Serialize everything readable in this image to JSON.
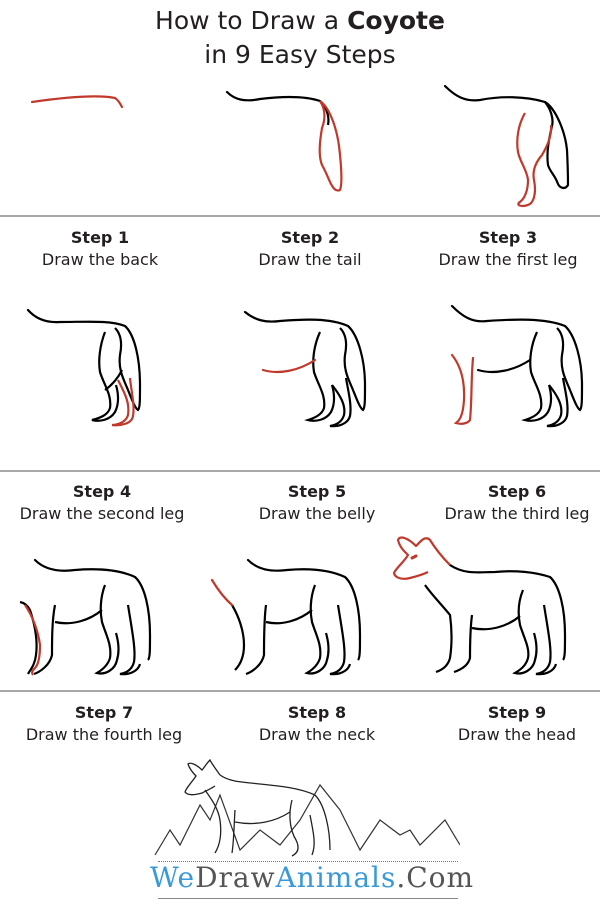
{
  "title": {
    "prefix": "How to Draw a ",
    "subject": "Coyote",
    "line2": "in 9 Easy Steps"
  },
  "colors": {
    "highlight_stroke": "#c0392b",
    "base_stroke": "#000000",
    "divider": "#a8a8a8",
    "text": "#231f20",
    "logo_blue": "#3a9ad9"
  },
  "steps": [
    {
      "label": "Step 1",
      "description": "Draw the back"
    },
    {
      "label": "Step 2",
      "description": "Draw the tail"
    },
    {
      "label": "Step 3",
      "description": "Draw the first leg"
    },
    {
      "label": "Step 4",
      "description": "Draw the second leg"
    },
    {
      "label": "Step 5",
      "description": "Draw the belly"
    },
    {
      "label": "Step 6",
      "description": "Draw the third leg"
    },
    {
      "label": "Step 7",
      "description": "Draw the fourth leg"
    },
    {
      "label": "Step 8",
      "description": "Draw the neck"
    },
    {
      "label": "Step 9",
      "description": "Draw the head"
    }
  ],
  "logo": {
    "part1": "We",
    "part2": "Draw",
    "part3": "Animals",
    "part4": ".Com"
  }
}
